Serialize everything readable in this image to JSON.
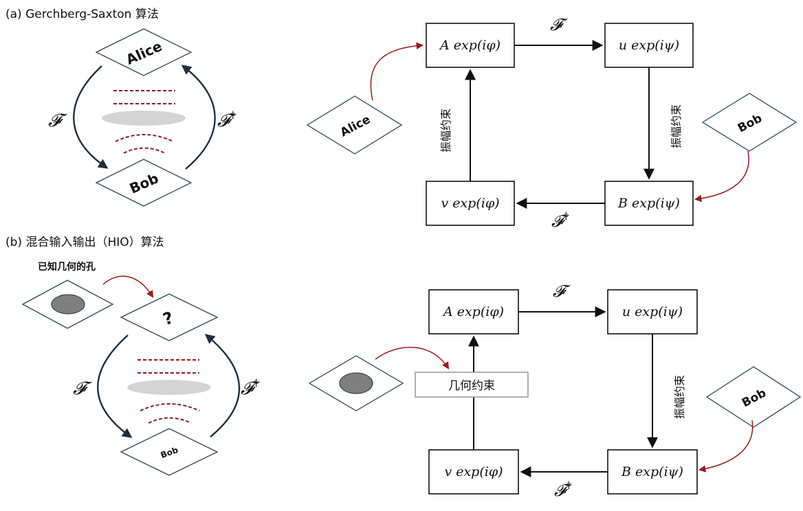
{
  "panel_a": {
    "title": "(a) Gerchberg-Saxton 算法",
    "left": {
      "top_label": "Alice",
      "bottom_label": "Bob",
      "forward_op": "𝓕",
      "backward_op": "𝓕",
      "dagger": "†"
    },
    "flow": {
      "top_left": "A exp(iφ)",
      "top_right": "u exp(iψ)",
      "bottom_right": "B exp(iψ)",
      "bottom_left": "v exp(iφ)",
      "top_op": "𝓕",
      "bottom_op": "𝓕",
      "dagger": "†",
      "right_constraint": "振幅约束",
      "left_constraint": "振幅约束",
      "alice": "Alice",
      "bob": "Bob"
    }
  },
  "panel_b": {
    "title": "(b) 混合输入输出（HIO）算法",
    "left": {
      "hint": "已知几何的孔",
      "top_label": "?",
      "bottom_label": "Bob",
      "forward_op": "𝓕",
      "backward_op": "𝓕",
      "dagger": "†"
    },
    "flow": {
      "top_left": "A exp(iφ)",
      "top_right": "u exp(iψ)",
      "bottom_right": "B exp(iψ)",
      "bottom_left": "v exp(iφ)",
      "top_op": "𝓕",
      "bottom_op": "𝓕",
      "dagger": "†",
      "right_constraint": "振幅约束",
      "geometry_constraint": "几何约束",
      "bob": "Bob"
    }
  }
}
